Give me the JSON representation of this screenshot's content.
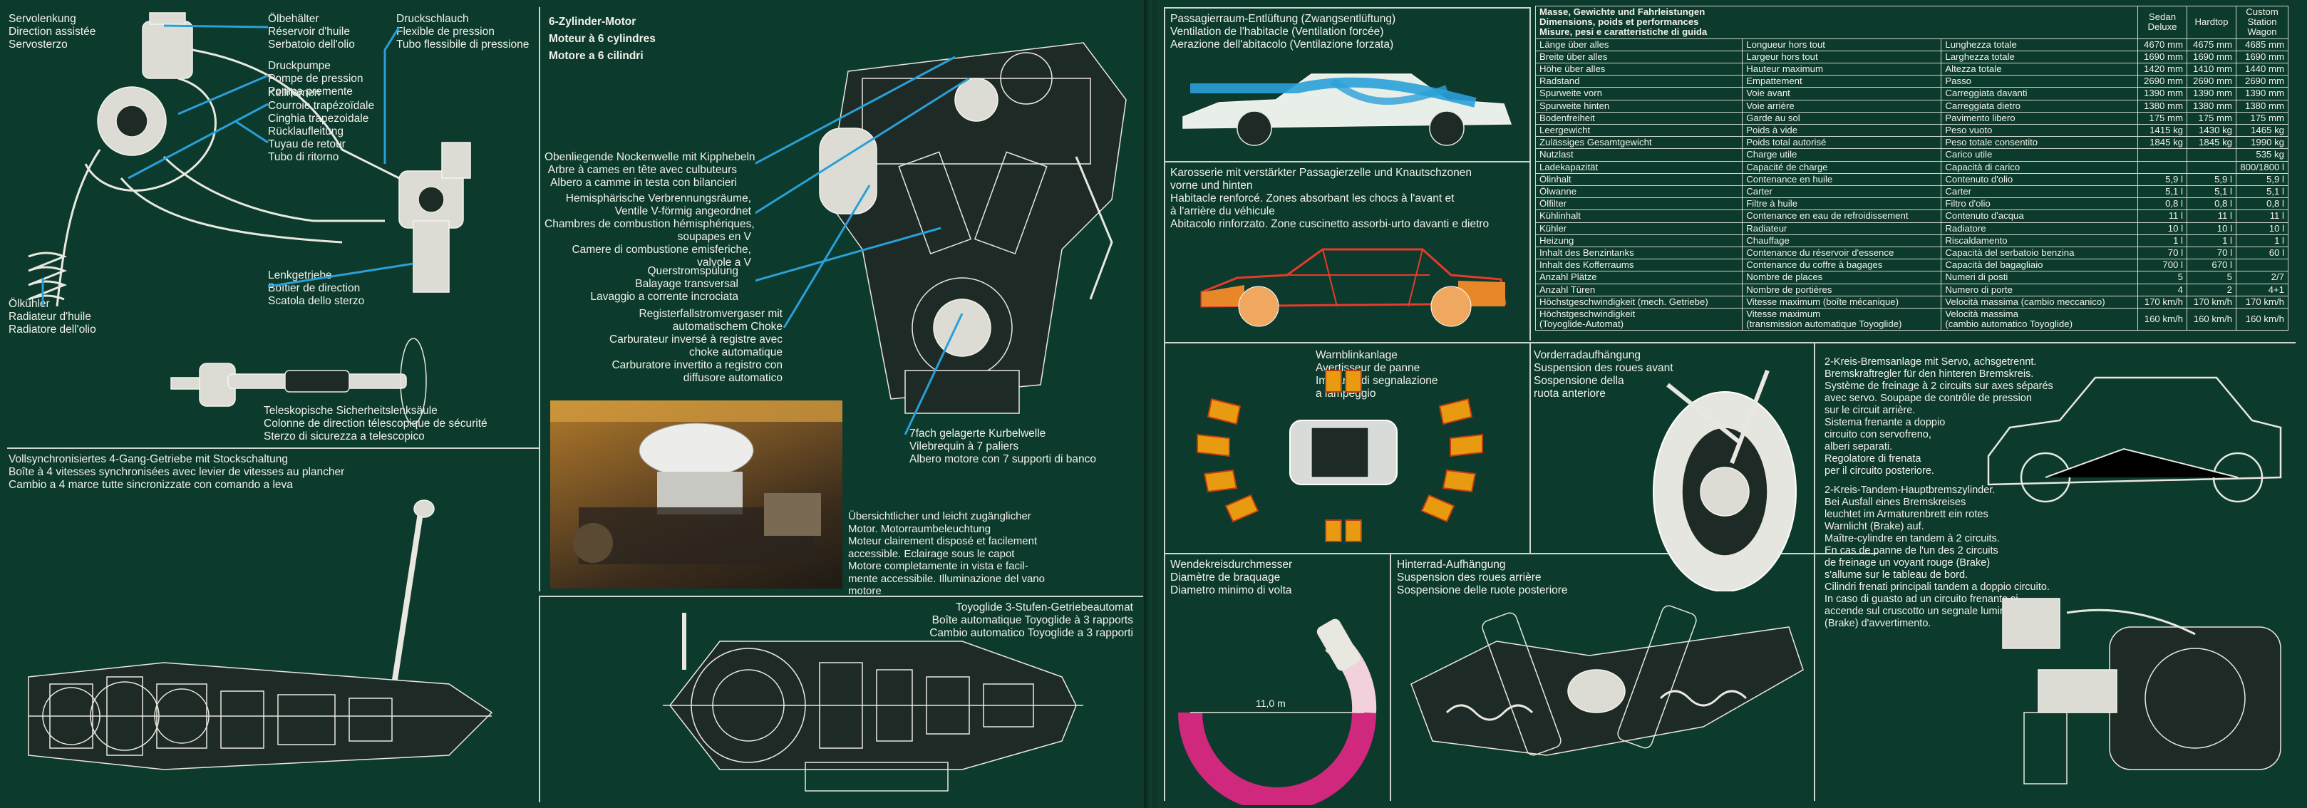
{
  "left": {
    "steering": {
      "title": [
        "Servolenkung",
        "Direction assistée",
        "Servosterzo"
      ],
      "reservoir": [
        "Ölbehälter",
        "Réservoir d'huile",
        "Serbatoio dell'olio"
      ],
      "hose": [
        "Druckschlauch",
        "Flexible de pression",
        "Tubo flessibile di pressione"
      ],
      "pump": [
        "Druckpumpe",
        "Pompe de pression",
        "Pompa premente"
      ],
      "vbelt": [
        "Keilriemen",
        "Courroie trapézoïdale",
        "Cinghia trapezoidale"
      ],
      "return": [
        "Rücklaufleitung",
        "Tuyau de retour",
        "Tubo di ritorno"
      ],
      "cooler": [
        "Ölkühler",
        "Radiateur d'huile",
        "Radiatore dell'olio"
      ],
      "gearbox": [
        "Lenkgetriebe",
        "Boîtier de direction",
        "Scatola dello sterzo"
      ]
    },
    "column": [
      "Teleskopische Sicherheitslenksäule",
      "Colonne de direction télescopique de sécurité",
      "Sterzo di sicurezza a telescopico"
    ],
    "manual_gearbox": [
      "Vollsynchronisiertes 4-Gang-Getriebe mit Stockschaltung",
      "Boîte à 4 vitesses synchronisées avec levier de vitesses au plancher",
      "Cambio a 4 marce tutte sincronizzate con comando a leva"
    ],
    "engine": {
      "title": [
        "6-Zylinder-Motor",
        "Moteur à 6 cylindres",
        "Motore a 6 cilindri"
      ],
      "camshaft": [
        "Obenliegende Nockenwelle mit Kipphebeln",
        "Arbre à cames en tête avec culbuteurs",
        "Albero a camme in testa con bilancieri"
      ],
      "chambers": [
        "Hemisphärische Verbrennungsräume,",
        "Ventile V-förmig angeordnet",
        "Chambres de combustion hémisphériques,",
        "soupapes en V",
        "Camere di combustione emisferiche,",
        "valvole a V"
      ],
      "crossflow": [
        "Querstromspülung",
        "Balayage transversal",
        "Lavaggio a corrente incrociata"
      ],
      "carburettor": [
        "Registerfallstromvergaser mit",
        "automatischem Choke",
        "Carburateur inversé à registre avec",
        "choke automatique",
        "Carburatore invertito a registro con",
        "diffusore automatico"
      ],
      "crankshaft": [
        "7fach gelagerte Kurbelwelle",
        "Vilebrequin à 7 paliers",
        "Albero motore con 7 supporti di banco"
      ]
    },
    "engine_bay": [
      "Übersichtlicher und leicht zugänglicher",
      "Motor. Motorraumbeleuchtung",
      "Moteur clairement disposé et facilement",
      "accessible. Eclairage sous le capot",
      "Motore completamente in vista e facil-",
      "mente accessibile. Illuminazione del vano",
      "motore"
    ],
    "automatic": [
      "Toyoglide 3-Stufen-Getriebeautomat",
      "Boîte automatique Toyoglide à 3 rapports",
      "Cambio automatico Toyoglide a 3 rapporti"
    ]
  },
  "right": {
    "ventilation": [
      "Passagierraum-Entlüftung (Zwangsentlüftung)",
      "Ventilation de l'habitacle (Ventilation forcée)",
      "Aerazione dell'abitacolo (Ventilazione forzata)"
    ],
    "body": [
      "Karosserie mit verstärkter Passagierzelle und Knautschzonen",
      "vorne und hinten",
      "Habitacle renforcé. Zones absorbant les chocs à l'avant et",
      "à l'arrière du véhicule",
      "Abitacolo rinforzato. Zone cuscinetto  assorbi-urto davanti e dietro"
    ],
    "hazard": [
      "Warnblinkanlage",
      "Avertisseur de panne",
      "Impianto di segnalazione",
      "a lampeggio"
    ],
    "front_susp": [
      "Vorderradaufhängung",
      "Suspension des roues avant",
      "Sospensione della",
      "ruota anteriore"
    ],
    "brakes": {
      "servo": [
        "2-Kreis-Bremsanlage mit Servo, achsgetrennt.",
        "Bremskraftregler für den hinteren Bremskreis.",
        "Système de freinage à 2 circuits sur axes séparés",
        "avec servo. Soupape de contrôle de pression",
        "sur le circuit arrière.",
        "Sistema frenante a doppio",
        "circuito con servofreno,",
        "alberi separati.",
        "Regolatore di frenata",
        "per il circuito posteriore."
      ],
      "master": [
        "2-Kreis-Tandem-Hauptbremszylinder.",
        "Bei Ausfall eines Bremskreises",
        "leuchtet im Armaturenbrett ein rotes",
        "Warnlicht (Brake) auf.",
        "Maître-cylindre en tandem à 2 circuits.",
        "En cas de panne de l'un des 2 circuits",
        "de freinage un voyant rouge (Brake)",
        "s'allume sur le tableau de bord.",
        "Cilindri frenati principali tandem a doppio circuito.",
        "In caso di guasto ad un circuito frenante si",
        "accende sul cruscotto un segnale luminoso rosso",
        "(Brake) d'avvertimento."
      ]
    },
    "turning": {
      "labels": [
        "Wendekreisdurchmesser",
        "Diamètre de braquage",
        "Diametro minimo di volta"
      ],
      "value": "11,0 m"
    },
    "rear_susp": [
      "Hinterrad-Aufhängung",
      "Suspension des roues arrière",
      "Sospensione delle ruote posteriore"
    ],
    "table": {
      "title": [
        "Masse, Gewichte und Fahrleistungen",
        "Dimensions, poids et performances",
        "Misure, pesi e caratteristiche di guida"
      ],
      "columns": [
        "Sedan Deluxe",
        "Hardtop",
        "Custom Station Wagon"
      ],
      "rows": [
        {
          "de": "Länge über alles",
          "fr": "Longueur hors tout",
          "it": "Lunghezza totale",
          "v": [
            "4670 mm",
            "4675 mm",
            "4685 mm"
          ]
        },
        {
          "de": "Breite über alles",
          "fr": "Largeur hors tout",
          "it": "Larghezza totale",
          "v": [
            "1690 mm",
            "1690 mm",
            "1690 mm"
          ]
        },
        {
          "de": "Höhe über alles",
          "fr": "Hauteur maximum",
          "it": "Altezza totale",
          "v": [
            "1420 mm",
            "1410 mm",
            "1440 mm"
          ]
        },
        {
          "de": "Radstand",
          "fr": "Empattement",
          "it": "Passo",
          "v": [
            "2690 mm",
            "2690 mm",
            "2690 mm"
          ]
        },
        {
          "de": "Spurweite vorn",
          "fr": "Voie avant",
          "it": "Carreggiata davanti",
          "v": [
            "1390 mm",
            "1390 mm",
            "1390 mm"
          ]
        },
        {
          "de": "Spurweite hinten",
          "fr": "Voie arrière",
          "it": "Carreggiata dietro",
          "v": [
            "1380 mm",
            "1380 mm",
            "1380 mm"
          ]
        },
        {
          "de": "Bodenfreiheit",
          "fr": "Garde au sol",
          "it": "Pavimento libero",
          "v": [
            "175 mm",
            "175 mm",
            "175 mm"
          ]
        },
        {
          "de": "Leergewicht",
          "fr": "Poids à vide",
          "it": "Peso vuoto",
          "v": [
            "1415 kg",
            "1430 kg",
            "1465 kg"
          ]
        },
        {
          "de": "Zulässiges Gesamtgewicht",
          "fr": "Poids total autorisé",
          "it": "Peso totale consentito",
          "v": [
            "1845 kg",
            "1845 kg",
            "1990 kg"
          ]
        },
        {
          "de": "Nutzlast",
          "fr": "Charge utile",
          "it": "Carico utile",
          "v": [
            "",
            "",
            "535 kg"
          ]
        },
        {
          "de": "Ladekapazität",
          "fr": "Capacité de charge",
          "it": "Capacità di carico",
          "v": [
            "",
            "",
            "800/1800 l"
          ]
        },
        {
          "de": "Ölinhalt",
          "fr": "Contenance en huile",
          "it": "Contenuto d'olio",
          "v": [
            "5,9 l",
            "5,9 l",
            "5,9 l"
          ]
        },
        {
          "de": "Ölwanne",
          "fr": "Carter",
          "it": "Carter",
          "v": [
            "5,1 l",
            "5,1 l",
            "5,1 l"
          ]
        },
        {
          "de": "Ölfilter",
          "fr": "Filtre à huile",
          "it": "Filtro d'olio",
          "v": [
            "0,8 l",
            "0,8 l",
            "0,8 l"
          ]
        },
        {
          "de": "Kühlinhalt",
          "fr": "Contenance en eau de refroidissement",
          "it": "Contenuto d'acqua",
          "v": [
            "11 l",
            "11 l",
            "11 l"
          ]
        },
        {
          "de": "Kühler",
          "fr": "Radiateur",
          "it": "Radiatore",
          "v": [
            "10 l",
            "10 l",
            "10 l"
          ]
        },
        {
          "de": "Heizung",
          "fr": "Chauffage",
          "it": "Riscaldamento",
          "v": [
            "1 l",
            "1 l",
            "1 l"
          ]
        },
        {
          "de": "Inhalt des Benzintanks",
          "fr": "Contenance du réservoir d'essence",
          "it": "Capacità del serbatoio benzina",
          "v": [
            "70 l",
            "70 l",
            "60 l"
          ]
        },
        {
          "de": "Inhalt des Kofferraums",
          "fr": "Contenance du coffre à bagages",
          "it": "Capacità del bagagliaio",
          "v": [
            "700 l",
            "670 l",
            ""
          ]
        },
        {
          "de": "Anzahl Plätze",
          "fr": "Nombre de places",
          "it": "Numeri di posti",
          "v": [
            "5",
            "5",
            "2/7"
          ]
        },
        {
          "de": "Anzahl Türen",
          "fr": "Nombre de portières",
          "it": "Numero di porte",
          "v": [
            "4",
            "2",
            "4+1"
          ]
        },
        {
          "de": "Höchstgeschwindigkeit (mech. Getriebe)",
          "fr": "Vitesse maximum (boîte mécanique)",
          "it": "Velocità massima (cambio meccanico)",
          "v": [
            "170 km/h",
            "170 km/h",
            "170 km/h"
          ]
        },
        {
          "de": "Höchstgeschwindigkeit",
          "de2": "(Toyoglide-Automat)",
          "fr": "Vitesse maximum",
          "fr2": "(transmission automatique Toyoglide)",
          "it": "Velocità massima",
          "it2": "(cambio automatico Toyoglide)",
          "v": [
            "160 km/h",
            "160 km/h",
            "160 km/h"
          ]
        }
      ]
    }
  },
  "colors": {
    "background": "#0c3a2c",
    "lead_lines": "#2aa0d8",
    "turning_arc": "#d0287c",
    "hazard": "#e89a10"
  }
}
